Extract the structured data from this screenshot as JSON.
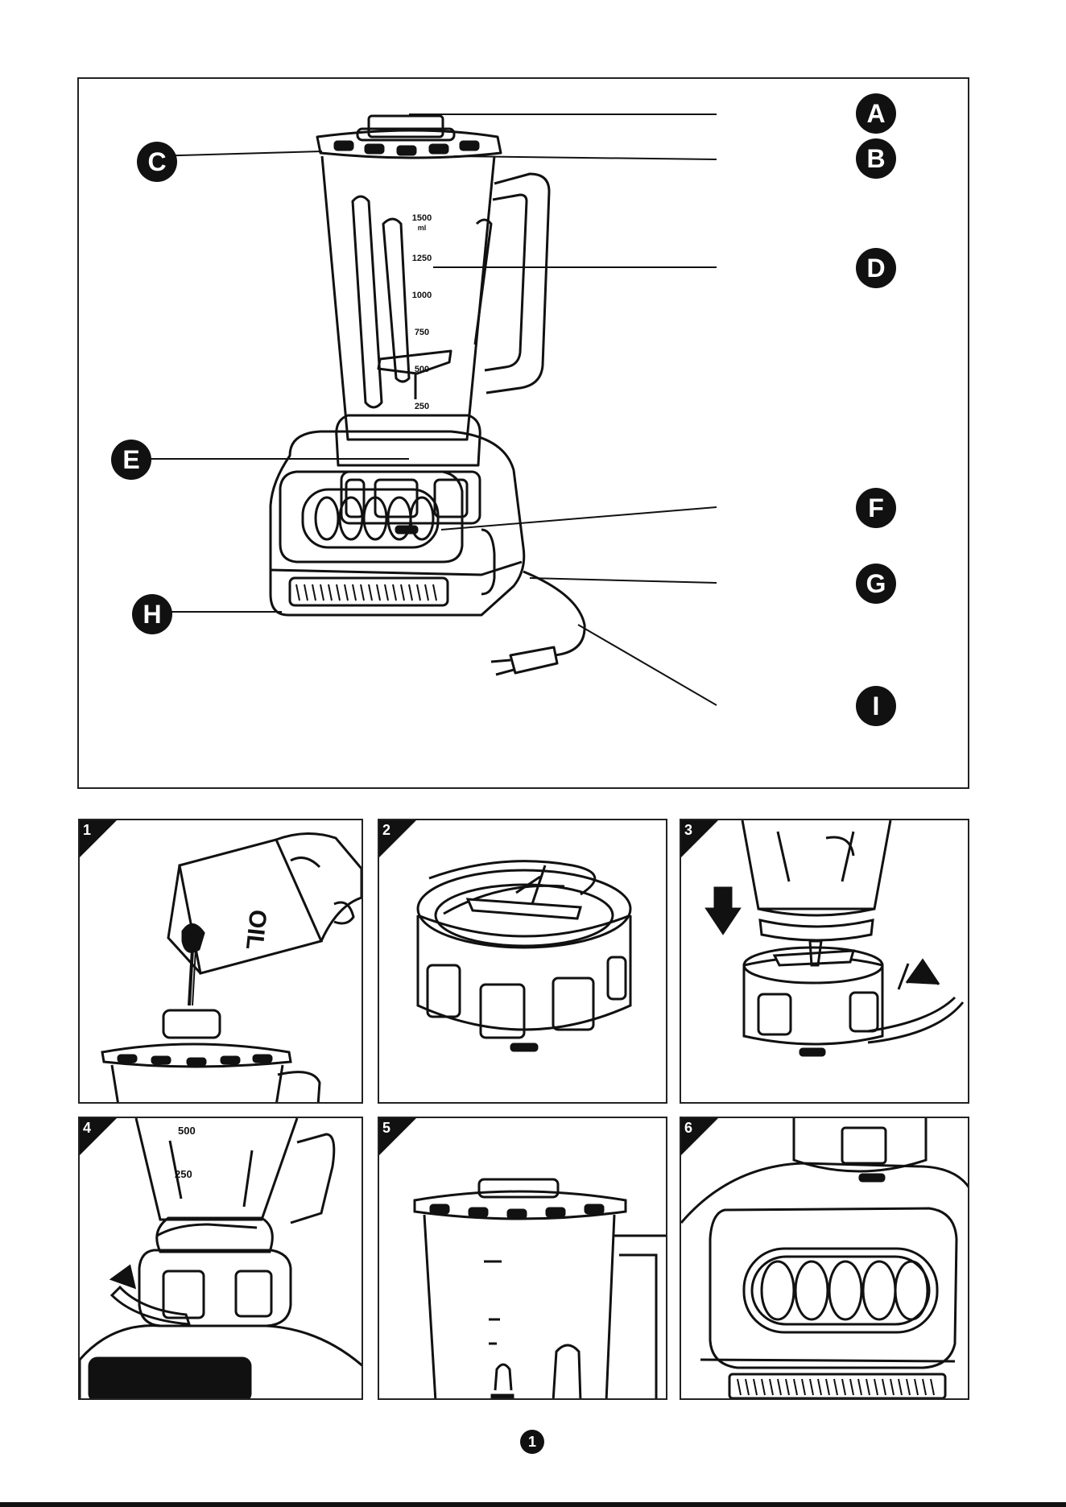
{
  "labels": {
    "A": "A",
    "B": "B",
    "C": "C",
    "D": "D",
    "E": "E",
    "F": "F",
    "G": "G",
    "H": "H",
    "I": "I"
  },
  "scale_marks": [
    "1500",
    "ml",
    "1250",
    "1000",
    "750",
    "500",
    "250"
  ],
  "steps": [
    {
      "number": "1",
      "jar_text": "OIL"
    },
    {
      "number": "2"
    },
    {
      "number": "3"
    },
    {
      "number": "4",
      "marks": [
        "500",
        "250"
      ]
    },
    {
      "number": "5"
    },
    {
      "number": "6"
    }
  ],
  "page_number": "1"
}
